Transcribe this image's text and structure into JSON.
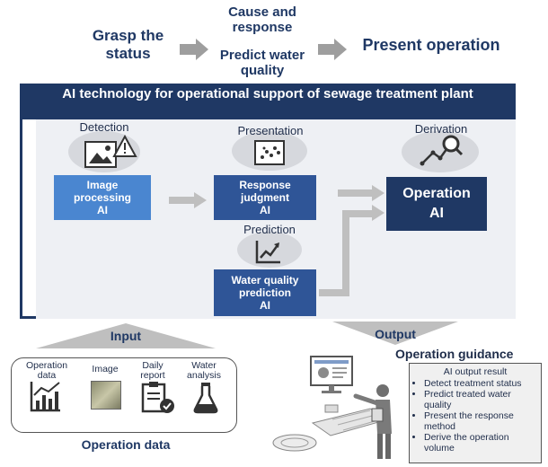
{
  "flow": {
    "step1": "Grasp the status",
    "step2a": "Cause and response",
    "step2b": "Predict water quality",
    "step3": "Present operation"
  },
  "panel": {
    "title": "AI technology for operational support of sewage treatment plant",
    "detection": "Detection",
    "presentation": "Presentation",
    "prediction": "Prediction",
    "derivation": "Derivation",
    "image_box": {
      "line1": "Image",
      "line2": "processing",
      "line3": "AI"
    },
    "response_box": {
      "line1": "Response",
      "line2": "judgment",
      "line3": "AI"
    },
    "water_box": {
      "line1": "Water quality",
      "line2": "prediction",
      "line3": "AI"
    },
    "operation_box": {
      "line1": "Operation",
      "line2": "AI"
    }
  },
  "input": {
    "label": "Input",
    "items": [
      {
        "label": "Operation data",
        "icon": "chart-icon"
      },
      {
        "label": "Image",
        "icon": "photo-icon"
      },
      {
        "label": "Daily report",
        "icon": "clipboard-check-icon"
      },
      {
        "label": "Water analysis",
        "icon": "flask-icon"
      }
    ],
    "caption": "Operation data"
  },
  "output": {
    "label": "Output",
    "guidance": "Operation guidance",
    "result_title": "AI output result",
    "results": [
      "Detect treatment status",
      "Predict treated water quality",
      "Present the response method",
      "Derive the operation volume"
    ]
  },
  "colors": {
    "navy": "#1f3864",
    "mid_blue": "#2f5597",
    "light_blue": "#4a7fc0",
    "arrow_gray": "#bfbfbf"
  }
}
